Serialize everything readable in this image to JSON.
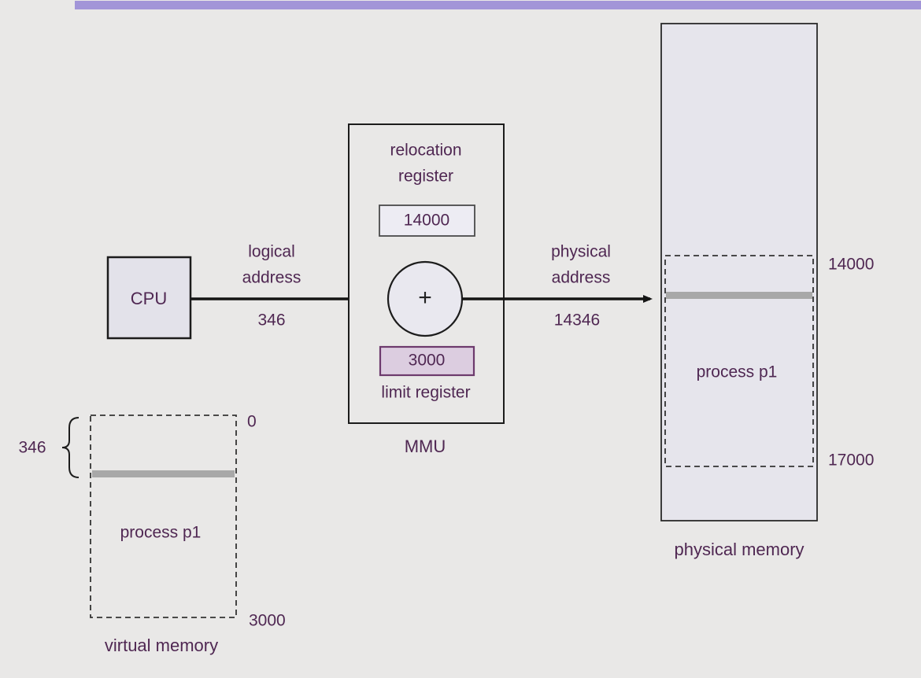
{
  "diagram": {
    "caption_colors": {
      "text": "#4f2752",
      "accent_bar": "#a295d8",
      "band_gray": "#a8a8a8"
    },
    "cpu": {
      "label": "CPU"
    },
    "logical": {
      "label": "logical\naddress",
      "value": "346"
    },
    "mmu": {
      "relocation_label": "relocation\nregister",
      "relocation_value": "14000",
      "plus_sign": "+",
      "limit_value": "3000",
      "limit_label": "limit register",
      "unit_label": "MMU"
    },
    "physical": {
      "label": "physical\naddress",
      "value": "14346"
    },
    "physical_memory": {
      "process_label": "process p1",
      "start_address": "14000",
      "end_address": "17000",
      "caption": "physical memory"
    },
    "virtual_memory": {
      "top_address": "0",
      "bottom_address": "3000",
      "offset_value": "346",
      "process_label": "process p1",
      "caption": "virtual memory"
    }
  }
}
